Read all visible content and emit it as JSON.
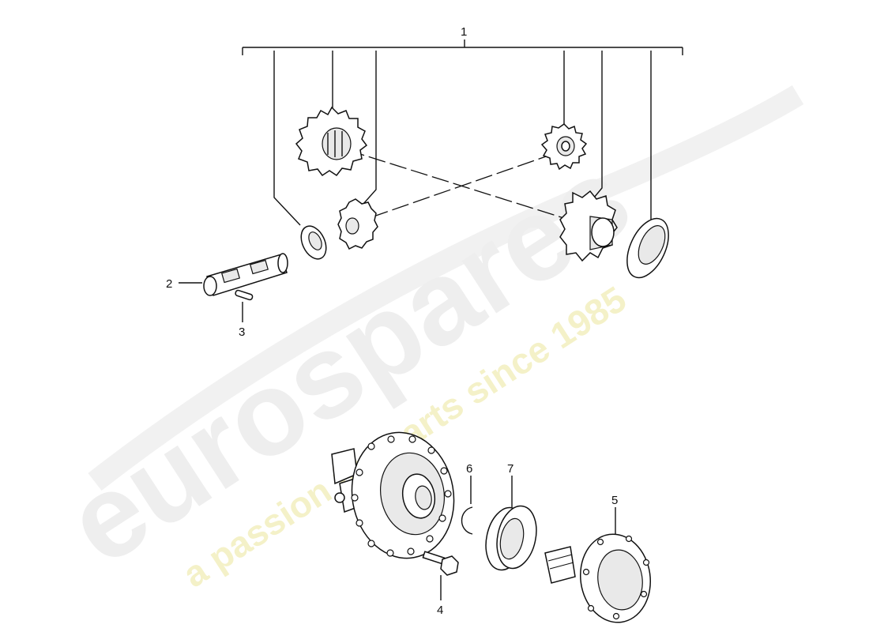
{
  "watermark": {
    "brand": "eurospares",
    "tagline": "a passion for parts since 1985"
  },
  "callouts": {
    "c1": "1",
    "c2": "2",
    "c3": "3",
    "c4": "4",
    "c5": "5",
    "c6": "6",
    "c7": "7"
  }
}
